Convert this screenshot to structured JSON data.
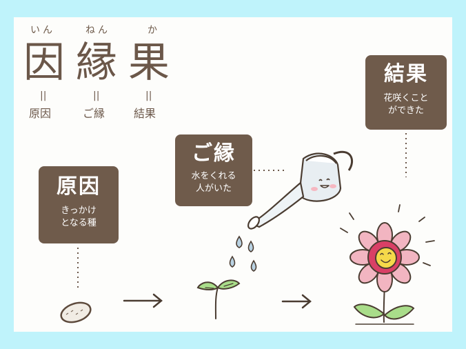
{
  "colors": {
    "frame": "#bff3fb",
    "card": "#fdfdfb",
    "box": "#6f5b4b",
    "ink": "#6b5749"
  },
  "title": {
    "columns": [
      {
        "ruby": "いん",
        "kanji": "因",
        "equals": "||",
        "meaning": "原因"
      },
      {
        "ruby": "ねん",
        "kanji": "縁",
        "equals": "||",
        "meaning": "ご縁"
      },
      {
        "ruby": "か",
        "kanji": "果",
        "equals": "||",
        "meaning": "結果"
      }
    ]
  },
  "boxes": [
    {
      "heading": "原因",
      "desc": "きっかけ\nとなる種"
    },
    {
      "heading": "ご縁",
      "desc": "水をくれる\n人がいた"
    },
    {
      "heading": "結果",
      "desc": "花咲くこと\nができた"
    }
  ],
  "icons": [
    "seed-icon",
    "arrow-right-icon",
    "sprout-icon",
    "watering-can-icon",
    "water-drop-icon",
    "flower-icon"
  ]
}
